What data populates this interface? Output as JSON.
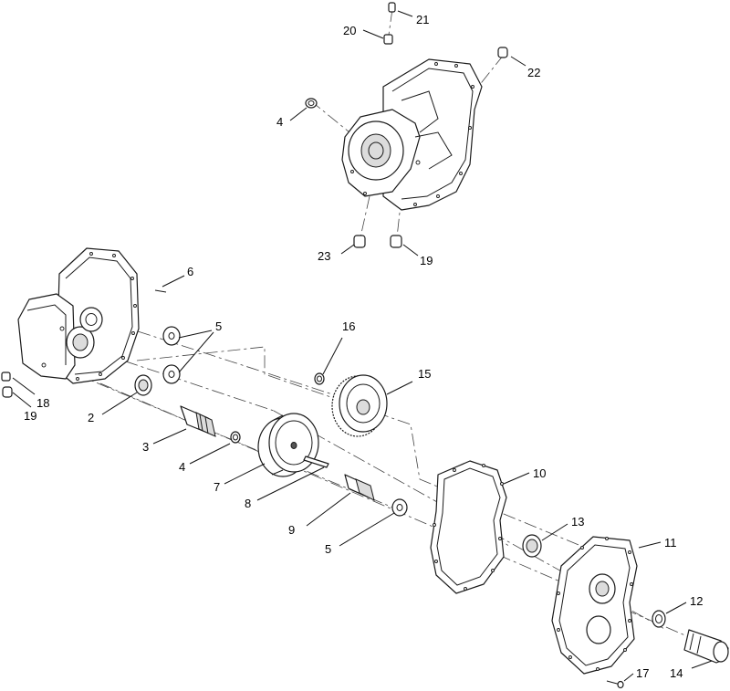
{
  "callouts": [
    {
      "id": "c21",
      "text": "21"
    },
    {
      "id": "c20",
      "text": "20"
    },
    {
      "id": "c22",
      "text": "22"
    },
    {
      "id": "c4a",
      "text": "4"
    },
    {
      "id": "c23",
      "text": "23"
    },
    {
      "id": "c19a",
      "text": "19"
    },
    {
      "id": "c6",
      "text": "6"
    },
    {
      "id": "c5a",
      "text": "5"
    },
    {
      "id": "c16",
      "text": "16"
    },
    {
      "id": "c15",
      "text": "15"
    },
    {
      "id": "c18",
      "text": "18"
    },
    {
      "id": "c19b",
      "text": "19"
    },
    {
      "id": "c2",
      "text": "2"
    },
    {
      "id": "c3",
      "text": "3"
    },
    {
      "id": "c4b",
      "text": "4"
    },
    {
      "id": "c7",
      "text": "7"
    },
    {
      "id": "c8",
      "text": "8"
    },
    {
      "id": "c10",
      "text": "10"
    },
    {
      "id": "c9",
      "text": "9"
    },
    {
      "id": "c5b",
      "text": "5"
    },
    {
      "id": "c13",
      "text": "13"
    },
    {
      "id": "c11",
      "text": "11"
    },
    {
      "id": "c12",
      "text": "12"
    },
    {
      "id": "c14",
      "text": "14"
    },
    {
      "id": "c17",
      "text": "17"
    }
  ]
}
